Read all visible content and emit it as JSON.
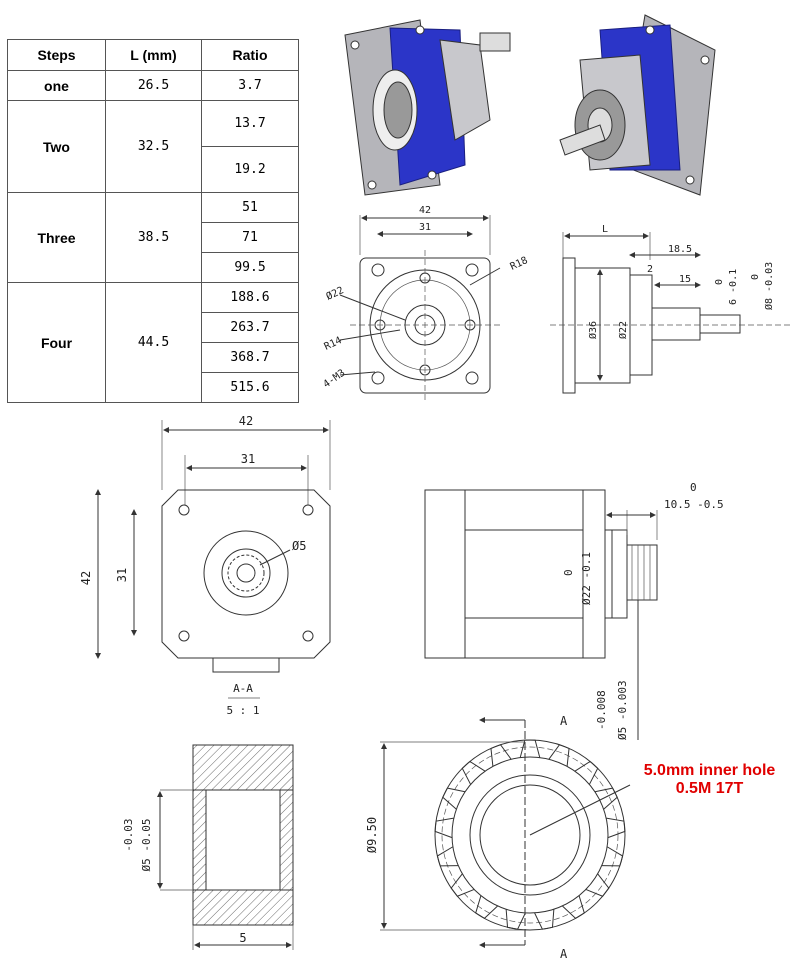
{
  "table": {
    "headers": [
      "Steps",
      "L (mm)",
      "Ratio"
    ],
    "rows": [
      {
        "step": "one",
        "length": "26.5",
        "ratios": [
          "3.7"
        ]
      },
      {
        "step": "Two",
        "length": "32.5",
        "ratios": [
          "13.7",
          "19.2"
        ]
      },
      {
        "step": "Three",
        "length": "38.5",
        "ratios": [
          "51",
          "71",
          "99.5"
        ]
      },
      {
        "step": "Four",
        "length": "44.5",
        "ratios": [
          "188.6",
          "263.7",
          "368.7",
          "515.6"
        ]
      }
    ]
  },
  "gearbox_dims": {
    "w42": "42",
    "w31": "31",
    "r18": "R18",
    "d22": "Ø22",
    "r14": "R14",
    "m3": "4-M3",
    "L": "L",
    "d185": "18.5",
    "d15": "15",
    "d2": "2",
    "zero": "0",
    "minus01": "6 -0.1",
    "zero2": "0",
    "minus003": "Ø8 -0.03",
    "d36": "Ø36",
    "d22b": "Ø22"
  },
  "motor_dims": {
    "w42": "42",
    "w31": "31",
    "h42": "42",
    "h31": "31",
    "d5": "Ø5",
    "section": "A-A",
    "scale": "5 : 1",
    "zero": "0",
    "d105": "10.5 -0.5",
    "zero2": "0",
    "d22": "Ø22 -0.1",
    "minus0008": "-0.008",
    "d5tol": "Ø5 -0.003"
  },
  "gear_dims": {
    "tolA": "-0.03",
    "tolB": "Ø5 -0.05",
    "w5": "5",
    "d950": "Ø9.50",
    "labelA": "A",
    "labelA2": "A"
  },
  "annotation": {
    "line1": "5.0mm inner hole",
    "line2": "0.5M 17T"
  },
  "colors": {
    "accent": "#e00000",
    "motor_blue": "#2b35c8"
  }
}
